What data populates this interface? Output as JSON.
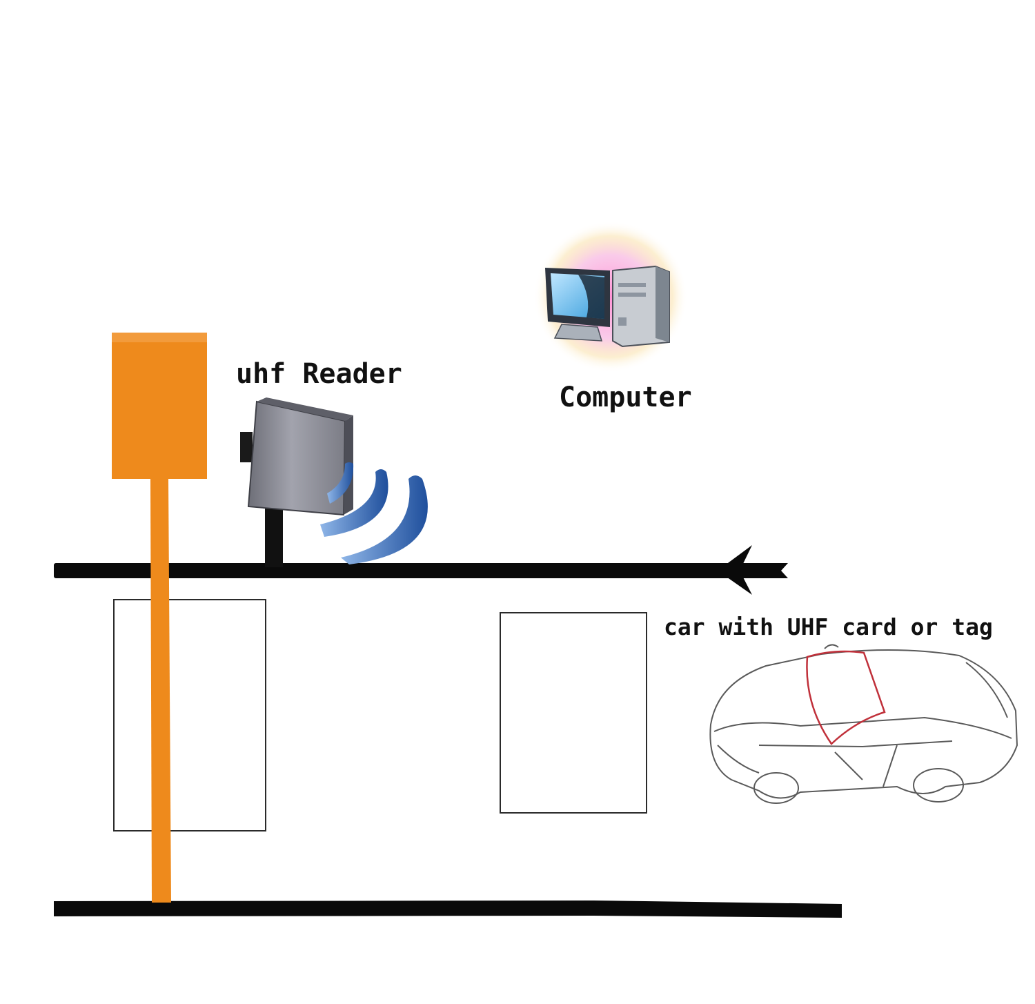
{
  "labels": {
    "reader": "uhf Reader",
    "computer": "Computer",
    "car": "car with UHF card or tag"
  },
  "icons": {
    "reader": "rfid-reader-icon",
    "computer": "desktop-computer-icon",
    "car": "car-sketch-icon",
    "signal": "radio-waves-icon",
    "direction": "arrow-left-icon"
  },
  "colors": {
    "barrier": "#ee8a1c",
    "lane": "#0a0a0a",
    "waves": "#1f4f9c",
    "reader_body": "#8f9098",
    "car_window": "#c0303a"
  }
}
